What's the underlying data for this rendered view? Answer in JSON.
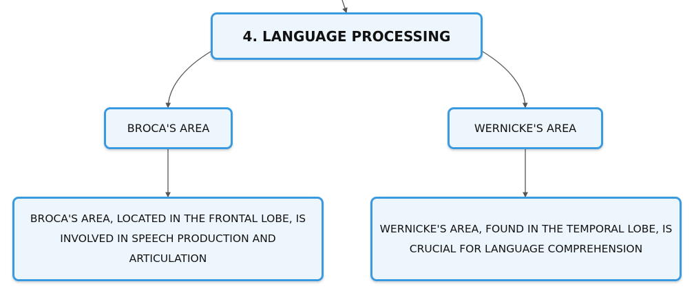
{
  "diagram": {
    "root": {
      "label": "4. LANGUAGE PROCESSING"
    },
    "branches": [
      {
        "label": "BROCA'S AREA",
        "detail": "BROCA'S AREA, LOCATED IN THE FRONTAL LOBE, IS INVOLVED IN SPEECH PRODUCTION AND ARTICULATION"
      },
      {
        "label": "WERNICKE'S AREA",
        "detail": "WERNICKE'S AREA, FOUND IN THE TEMPORAL LOBE, IS CRUCIAL FOR LANGUAGE COMPREHENSION"
      }
    ],
    "colors": {
      "node_border": "#3a9ae0",
      "node_fill": "#eef6fd",
      "connector": "#555555"
    }
  }
}
